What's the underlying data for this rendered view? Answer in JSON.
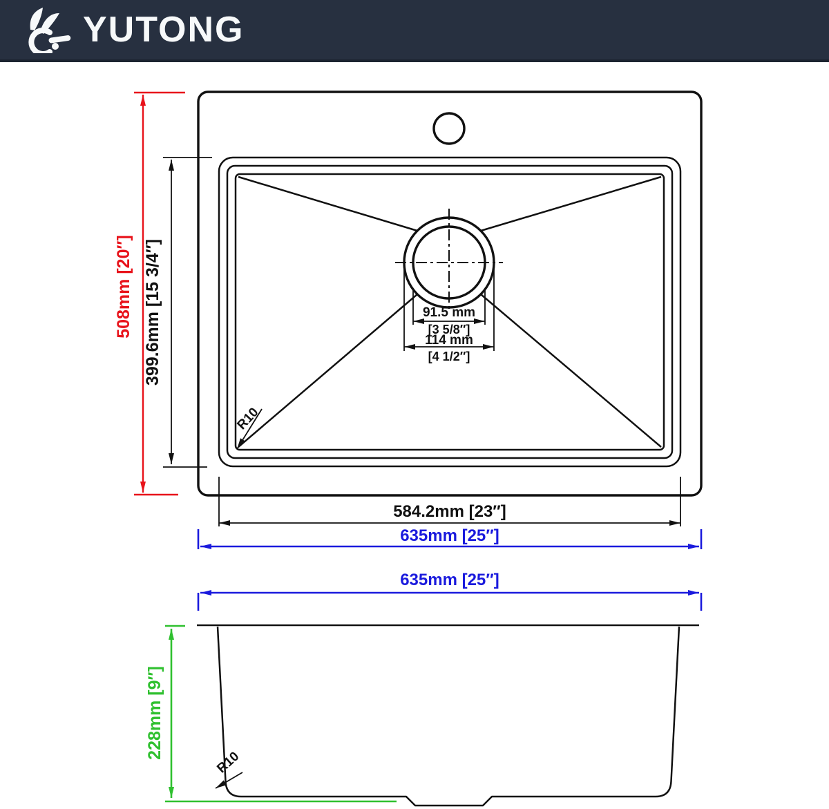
{
  "brand": {
    "name": "YUTONG"
  },
  "colors": {
    "header_bg": "#273040",
    "line_black": "#111111",
    "dimension_red": "#e8121a",
    "dimension_blue": "#1a1add",
    "dimension_green": "#2fc02f"
  },
  "top_view": {
    "overall_height": "508mm [20″]",
    "basin_height": "399.6mm [15 3/4″]",
    "basin_width": "584.2mm [23″]",
    "overall_width": "635mm [25″]",
    "drain_inner_diameter_mm": "91.5 mm",
    "drain_inner_diameter_in": "[3 5/8″]",
    "drain_outer_diameter_mm": "114 mm",
    "drain_outer_diameter_in": "[4 1/2″]",
    "corner_radius": "R10"
  },
  "section_view": {
    "overall_width": "635mm [25″]",
    "bowl_depth": "228mm [9″]",
    "corner_radius": "R10"
  }
}
